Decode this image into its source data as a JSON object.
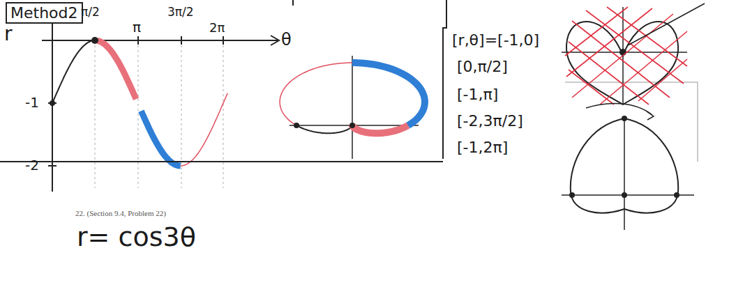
{
  "diagram": {
    "nodes": [
      {
        "text": [
          "Method2"
        ]
      }
    ],
    "labels": [
      "r",
      "θ",
      "π/2",
      "π",
      "3π/2",
      "2π",
      "-1",
      "-2",
      "[r,θ]=[-1,0]",
      "[0,π/2]",
      "[-1,π]",
      "[-2,3π/2]",
      "[-1,2π]",
      "22. (Section 9.4, Problem 22)",
      "r= cos3θ"
    ]
  }
}
